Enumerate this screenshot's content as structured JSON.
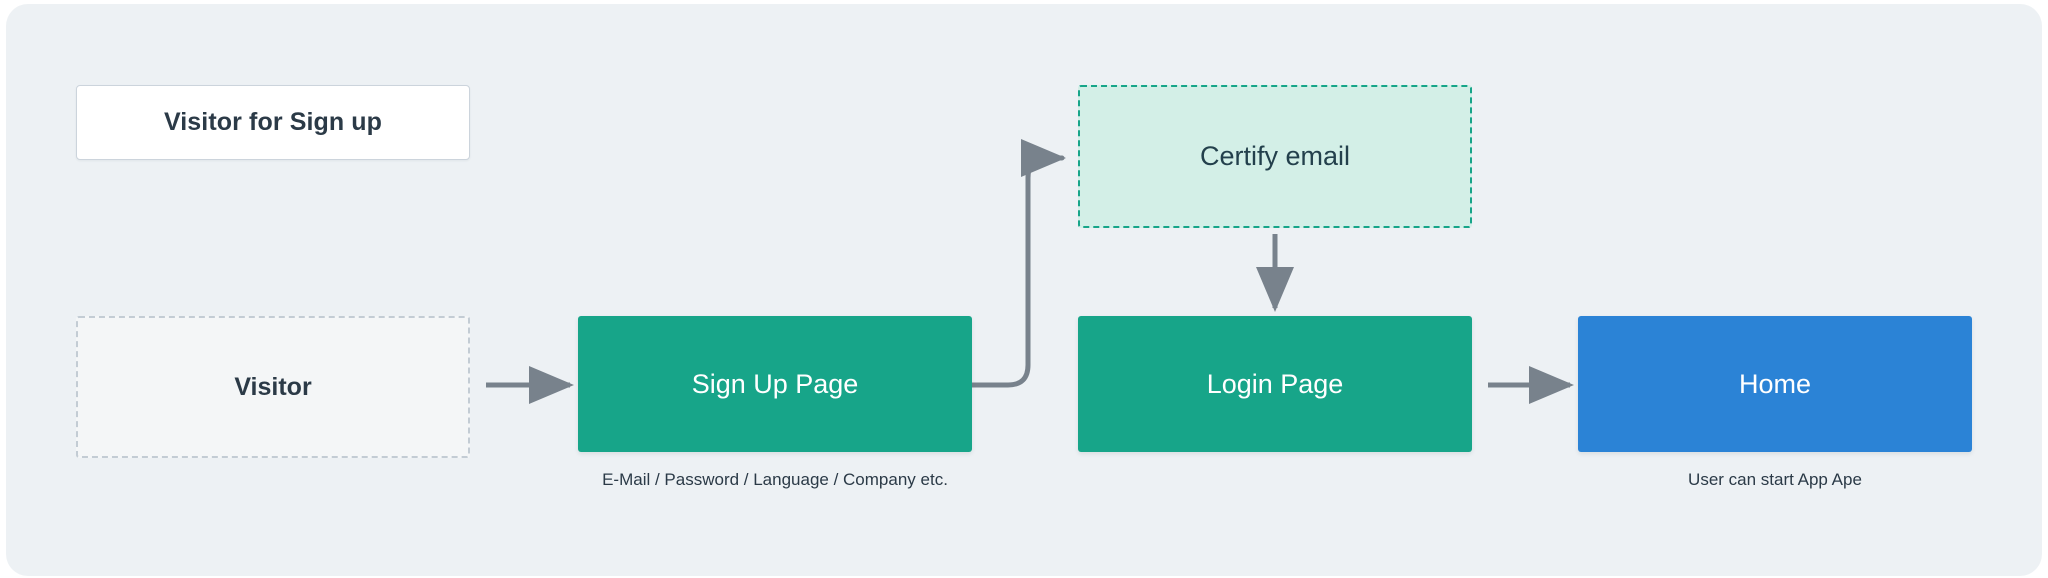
{
  "diagram": {
    "title_card": {
      "label": "Visitor for Sign up"
    },
    "canvas": {
      "background_color": "#edf1f4",
      "page_background_color": "#ffffff"
    },
    "palette": {
      "teal": "#17a589",
      "mint_fill": "#d3efe7",
      "blue": "#2b83d6",
      "arrow_gray": "#78828c",
      "dashed_gray": "#c3ccd4",
      "text_dark": "#2b3a47",
      "text_light": "#ffffff"
    },
    "nodes": [
      {
        "id": "visitor",
        "label": "Visitor",
        "style": "dashed-gray",
        "fill": "#f4f6f7",
        "border_color": "#c3ccd4",
        "text_color": "#2b3a47"
      },
      {
        "id": "signup",
        "label": "Sign Up Page",
        "style": "solid-teal",
        "fill": "#17a589",
        "text_color": "#ffffff"
      },
      {
        "id": "certify",
        "label": "Certify email",
        "style": "dashed-teal",
        "fill": "#d3efe7",
        "border_color": "#17a589",
        "text_color": "#23404c"
      },
      {
        "id": "login",
        "label": "Login Page",
        "style": "solid-teal",
        "fill": "#17a589",
        "text_color": "#ffffff"
      },
      {
        "id": "home",
        "label": "Home",
        "style": "solid-blue",
        "fill": "#2b83d6",
        "text_color": "#ffffff"
      }
    ],
    "captions": [
      {
        "for_node": "signup",
        "text": "E-Mail / Password / Language / Company etc."
      },
      {
        "for_node": "home",
        "text": "User can start App Ape"
      }
    ],
    "edges": [
      {
        "id": "visitor-to-signup",
        "from": "visitor",
        "to": "signup",
        "shape": "straight-horizontal"
      },
      {
        "id": "signup-to-certify",
        "from": "signup",
        "to": "certify",
        "shape": "elbow-up-right"
      },
      {
        "id": "certify-to-login",
        "from": "certify",
        "to": "login",
        "shape": "straight-vertical"
      },
      {
        "id": "login-to-home",
        "from": "login",
        "to": "home",
        "shape": "straight-horizontal"
      }
    ]
  }
}
